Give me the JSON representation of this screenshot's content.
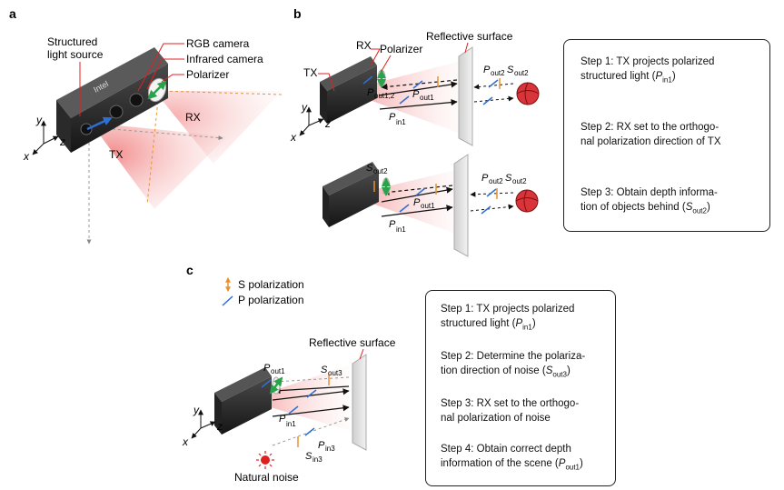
{
  "panels": {
    "a": {
      "letter": "a",
      "labels": {
        "structured_light_line1": "Structured",
        "structured_light_line2": "light source",
        "rgb_camera": "RGB camera",
        "infrared_camera": "Infrared camera",
        "polarizer": "Polarizer",
        "rx": "RX",
        "tx": "TX",
        "logo": "Intel"
      },
      "axes": {
        "x": "x",
        "y": "y",
        "z": "z"
      }
    },
    "b": {
      "letter": "b",
      "top": {
        "rx": "RX",
        "tx": "TX",
        "polarizer": "Polarizer",
        "reflective_surface": "Reflective surface",
        "p_out12": "P",
        "p_out12_sub": "out1,2",
        "p_out1": "P",
        "p_out1_sub": "out1",
        "p_in1": "P",
        "p_in1_sub": "in1",
        "p_out2": "P",
        "p_out2_sub": "out2",
        "s_out2": "S",
        "s_out2_sub": "out2"
      },
      "bottom": {
        "s_out2": "S",
        "s_out2_sub": "out2",
        "p_out1": "P",
        "p_out1_sub": "out1",
        "p_in1": "P",
        "p_in1_sub": "in1",
        "p_out2": "P",
        "p_out2_sub": "out2",
        "s_out2b": "S",
        "s_out2b_sub": "out2"
      },
      "axes": {
        "x": "x",
        "y": "y",
        "z": "z"
      },
      "steps": [
        {
          "prefix": "Step 1: TX projects polarized",
          "line2": "structured light (",
          "sym": "P",
          "sub": "in1",
          "suffix": ")"
        },
        {
          "line1": "Step 2: RX set to the orthogo-",
          "line2": "nal polarization direction of TX"
        },
        {
          "line1": "Step 3: Obtain depth informa-",
          "line2a": "tion of objects behind (",
          "sym": "S",
          "sub": "out2",
          "suffix": ")"
        }
      ]
    },
    "c": {
      "letter": "c",
      "legend": {
        "s": "S polarization",
        "p": "P polarization"
      },
      "reflective_surface": "Reflective surface",
      "p_out1": "P",
      "p_out1_sub": "out1",
      "s_out3": "S",
      "s_out3_sub": "out3",
      "p_in1": "P",
      "p_in1_sub": "in1",
      "p_in3": "P",
      "p_in3_sub": "in3",
      "s_in3": "S",
      "s_in3_sub": "in3",
      "natural_noise": "Natural noise",
      "axes": {
        "x": "x",
        "y": "y",
        "z": "z"
      },
      "steps": [
        {
          "line1": "Step 1: TX projects polarized",
          "line2": "structured light (",
          "sym": "P",
          "sub": "in1",
          "suffix": ")"
        },
        {
          "line1": "Step 2: Determine the polariza-",
          "line2": "tion direction of noise (",
          "sym": "S",
          "sub": "out3",
          "suffix": ")"
        },
        {
          "line1": "Step 3: RX set to the orthogo-",
          "line2": "nal polarization of noise"
        },
        {
          "line1": "Step 4: Obtain correct depth",
          "line2": "information of the scene (",
          "sym": "P",
          "sub": "out1",
          "suffix": ")"
        }
      ]
    }
  },
  "colors": {
    "s_polarization": "#e8922c",
    "p_polarization": "#2f6fd1",
    "polarizer_arrow": "#2aa24a",
    "leader_line": "#e02020",
    "beam": "#f4a0a0",
    "ball": "#d9343a",
    "surface": "#d8d8d8",
    "noise_sun": "#e02020"
  }
}
